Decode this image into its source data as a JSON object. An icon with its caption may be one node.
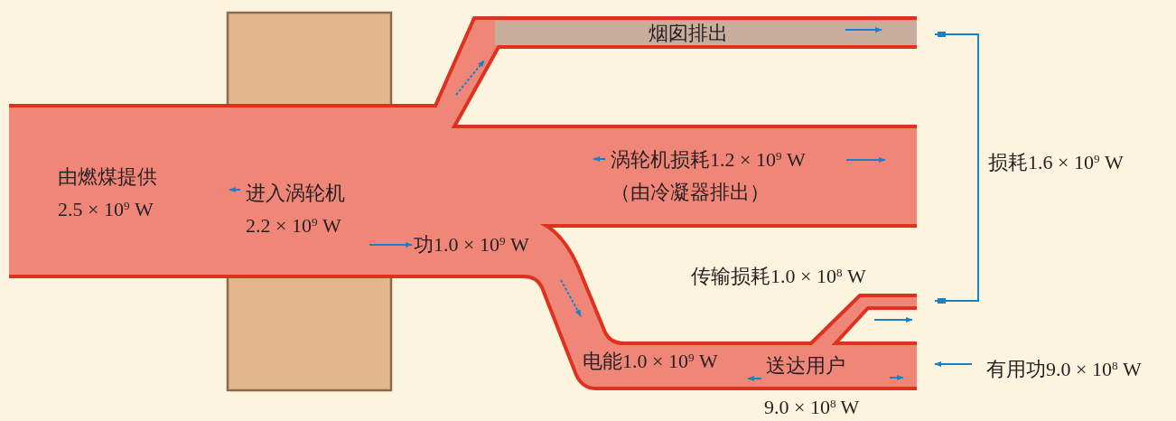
{
  "diagram": {
    "labels": [
      "烟囱排出",
      "由燃煤提供 2.5 × 10$^{9}$ W",
      "进入涡轮机 2.2 × 10$^{9}$ W",
      "涡轮机损耗1.2 × 10$^{9}$ W （由冷凝器排出）",
      "损耗1.6 × 10$^{9}$ W",
      "功1.0 × 10$^{9}$ W",
      "传输损耗1.0 × 10$^{8}$ W",
      "电能1.0 × 10$^{9}$ W",
      "送达用户",
      "有用功9.0 × 10$^{8}$ W",
      "9.0 × 10$^{8}$ W"
    ]
  }
}
